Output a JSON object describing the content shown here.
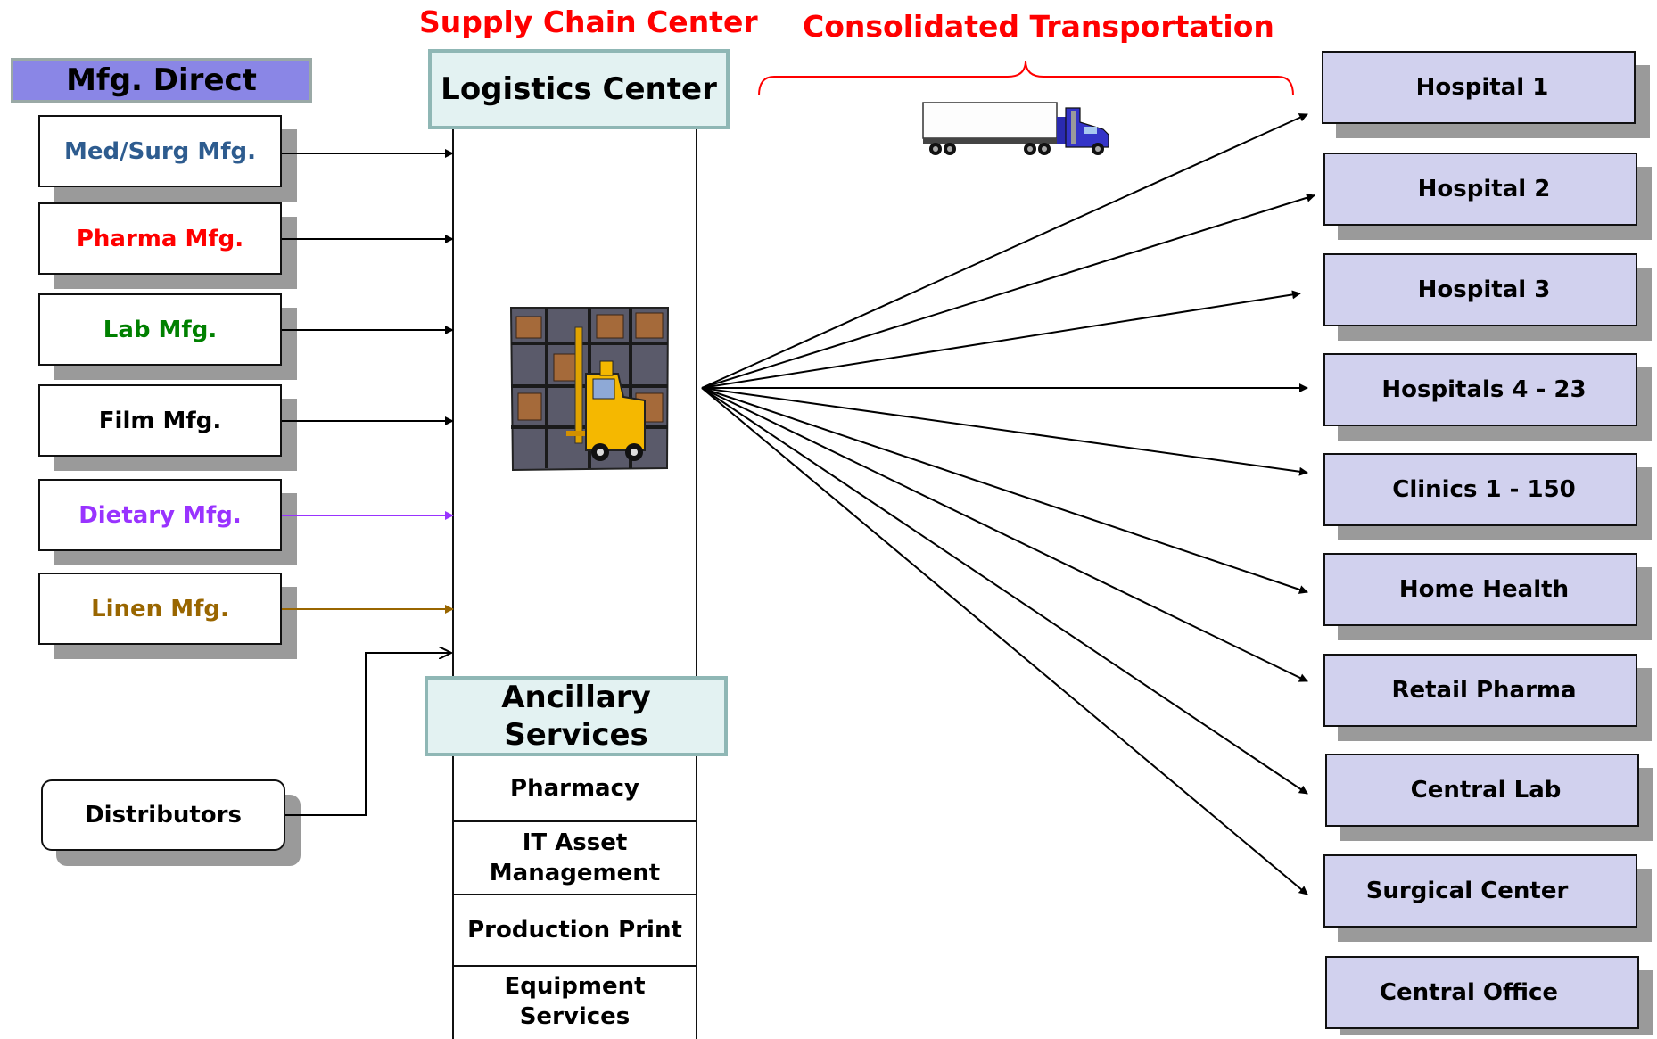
{
  "titles": {
    "supply_chain_center": "Supply Chain Center",
    "consolidated_transportation": "Consolidated Transportation"
  },
  "mfg_direct": {
    "label": "Mfg. Direct",
    "color": "#8a86e6",
    "items": [
      {
        "label": "Med/Surg Mfg.",
        "color": "#2e5c8f"
      },
      {
        "label": "Pharma Mfg.",
        "color": "#ff0000"
      },
      {
        "label": "Lab Mfg.",
        "color": "#008000"
      },
      {
        "label": "Film Mfg.",
        "color": "#000000"
      },
      {
        "label": "Dietary Mfg.",
        "color": "#9933ff"
      },
      {
        "label": "Linen Mfg.",
        "color": "#996600"
      }
    ]
  },
  "distributors": {
    "label": "Distributors"
  },
  "logistics_center": {
    "label": "Logistics Center",
    "icon": "forklift-warehouse-icon"
  },
  "ancillary": {
    "label_line1": "Ancillary",
    "label_line2": "Services",
    "services": [
      {
        "line1": "Pharmacy",
        "line2": ""
      },
      {
        "line1": "IT Asset",
        "line2": "Management"
      },
      {
        "line1": "Production Print",
        "line2": ""
      },
      {
        "line1": "Equipment",
        "line2": "Services"
      }
    ]
  },
  "transport_icon": "semi-truck-icon",
  "destinations": [
    "Hospital 1",
    "Hospital 2",
    "Hospital 3",
    "Hospitals 4 - 23",
    "Clinics 1 - 150",
    "Home Health",
    "Retail Pharma",
    "Central Lab",
    "Surgical Center",
    "Central Office"
  ]
}
